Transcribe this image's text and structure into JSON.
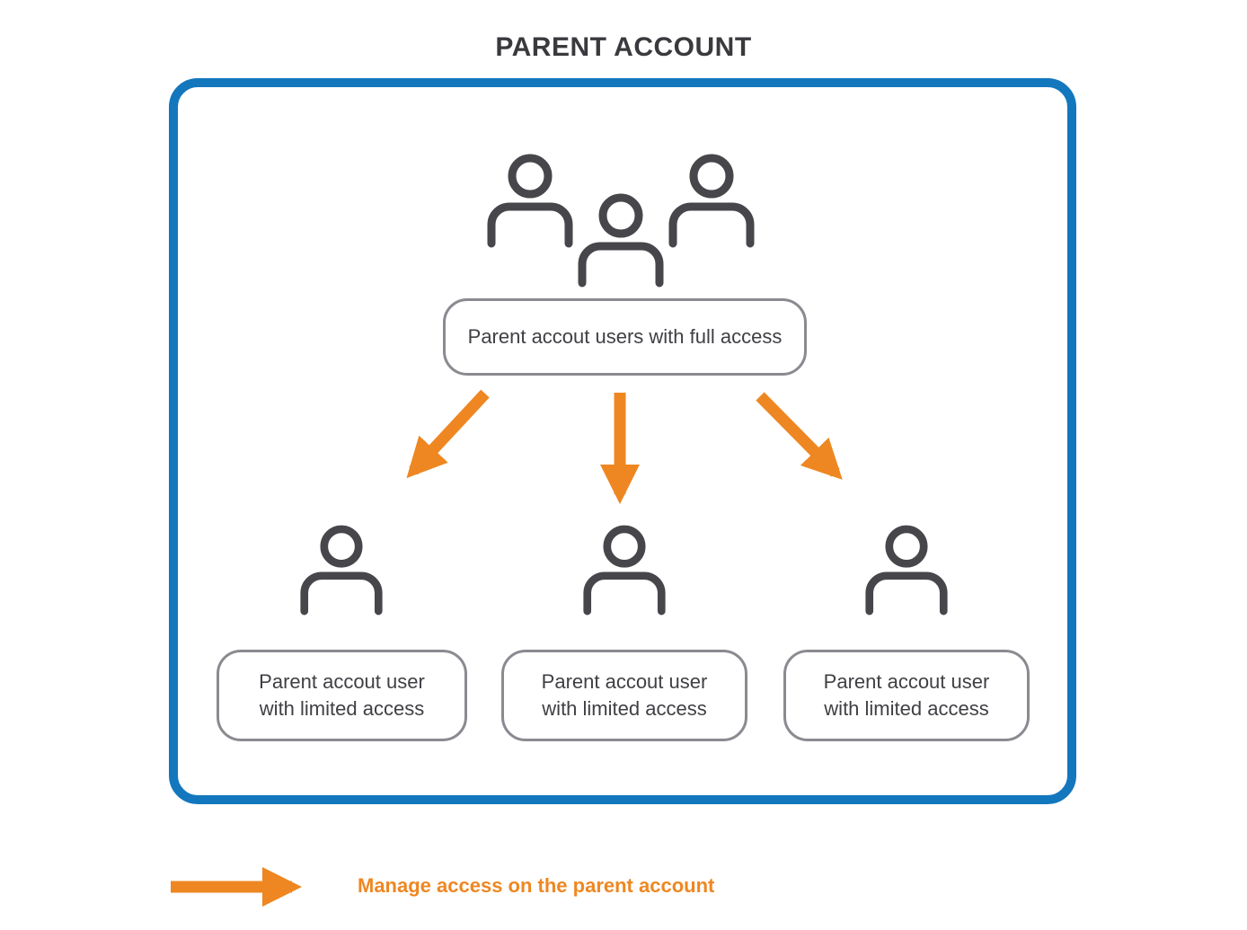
{
  "title": "PARENT ACCOUNT",
  "root_box": {
    "label": "Parent accout users with full access"
  },
  "child_boxes": [
    {
      "lines": [
        "Parent accout user",
        "with limited access"
      ]
    },
    {
      "lines": [
        "Parent accout user",
        "with limited access"
      ]
    },
    {
      "lines": [
        "Parent accout user",
        "with limited access"
      ]
    }
  ],
  "legend": {
    "label": "Manage access on the parent account"
  },
  "icons": {
    "group": "three-person-group-icon",
    "person": "single-person-icon",
    "diagram_arrow": "orange-down-arrow-icon",
    "legend_arrow": "orange-right-arrow-icon"
  },
  "colors": {
    "frame_blue": "#1377BD",
    "arrow_orange": "#EE8722",
    "icon_charcoal": "#46464B",
    "box_border_gray": "#8A8A90",
    "title_charcoal": "#3A3A3E",
    "box_text_charcoal": "#3F3F44"
  }
}
